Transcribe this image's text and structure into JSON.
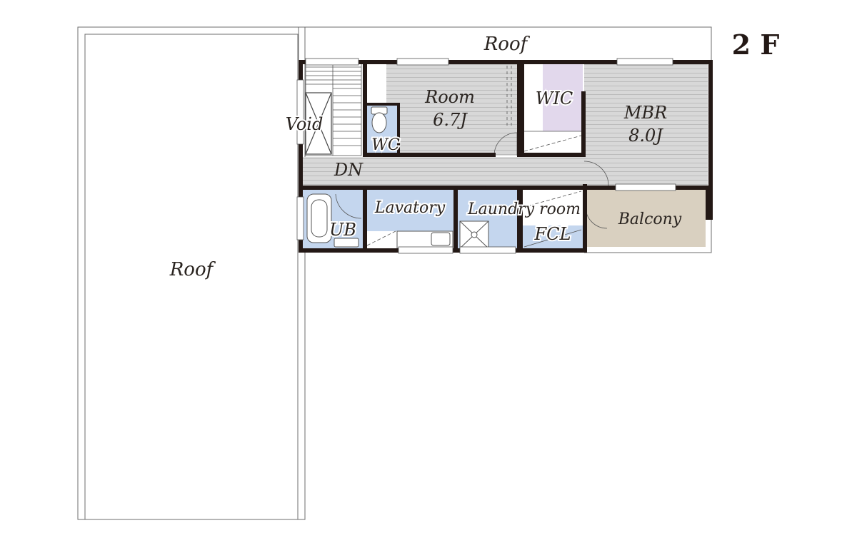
{
  "floor_label": "2 F",
  "rooms": {
    "roof_top": "Roof",
    "roof_left": "Roof",
    "void": "Void",
    "wc": "WC",
    "room_name": "Room",
    "room_size": "6.7J",
    "wic": "WIC",
    "mbr_name": "MBR",
    "mbr_size": "8.0J",
    "dn": "DN",
    "ub": "UB",
    "lavatory": "Lavatory",
    "laundry": "Laundry room",
    "fcl": "FCL",
    "balcony": "Balcony"
  },
  "colors": {
    "flooring": "#d6d6d6",
    "wet_area": "#c4d6ee",
    "wic": "#e2d8ec",
    "balcony": "#d9d0c0",
    "wall": "#231815"
  }
}
